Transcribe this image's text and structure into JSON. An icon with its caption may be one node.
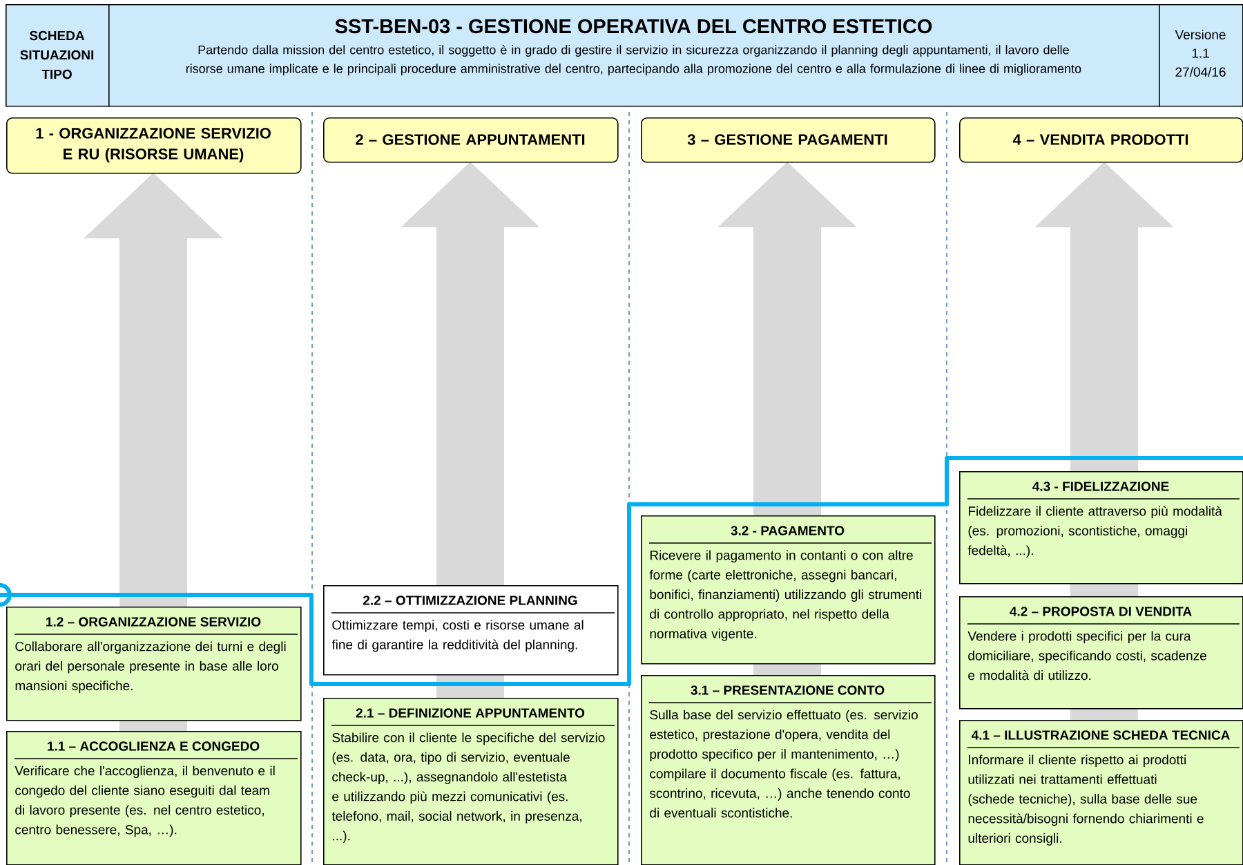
{
  "diagram": {
    "nodes": [
      {
        "text": [
          "SCHEDA SITUAZIONI TIPO"
        ]
      },
      {
        "text": [
          "SST-BEN-03 - GESTIONE OPERATIVA DEL CENTRO ESTETICO",
          "Partendo dalla mission del centro estetico, il soggetto è in grado di gestire il servizio in sicurezza organizzando il planning degli appuntamenti, il lavoro delle risorse umane implicate e le principali procedure amministrative del centro, partecipando alla promozione del centro e alla formulazione di linee di miglioramento"
        ]
      },
      {
        "text": [
          "Versione",
          "1.1",
          "27/04/16"
        ]
      },
      {
        "text": [
          "1 - ORGANIZZAZIONE SERVIZIO E RU (RISORSE UMANE)"
        ]
      },
      {
        "text": [
          "2 – GESTIONE APPUNTAMENTI"
        ]
      },
      {
        "text": [
          "3 – GESTIONE PAGAMENTI"
        ]
      },
      {
        "text": [
          "4 – VENDITA PRODOTTI"
        ]
      },
      {
        "text": [
          "1.2 – ORGANIZZAZIONE SERVIZIO",
          "Collaborare all'organizzazione dei turni e degli orari del personale presente in base alle loro mansioni specifiche."
        ]
      },
      {
        "text": [
          "1.1 – ACCOGLIENZA E CONGEDO",
          "Verificare che l'accoglienza, il benvenuto e il congedo del cliente siano eseguiti dal team di lavoro presente (es. nel centro estetico, centro benessere, Spa, …)."
        ]
      },
      {
        "text": [
          "2.2 – OTTIMIZZAZIONE PLANNING",
          "Ottimizzare tempi, costi e risorse umane al fine di garantire la redditività del planning."
        ]
      },
      {
        "text": [
          "2.1 – DEFINIZIONE APPUNTAMENTO",
          "Stabilire con il cliente le specifiche del servizio (es. data, ora, tipo di servizio, eventuale check-up, ...), assegnandolo all'estetista e utilizzando più mezzi comunicativi (es. telefono, mail, social network, in presenza, ...)."
        ]
      },
      {
        "text": [
          "3.2 - PAGAMENTO",
          "Ricevere il pagamento in contanti o con altre forme (carte elettroniche, assegni bancari, bonifici, finanziamenti) utilizzando gli strumenti di controllo appropriato, nel rispetto della normativa vigente."
        ]
      },
      {
        "text": [
          "3.1 – PRESENTAZIONE CONTO",
          "Sulla base del servizio effettuato (es. servizio estetico, prestazione d'opera, vendita del prodotto specifico per il mantenimento, …) compilare il documento fiscale (es. fattura, scontrino, ricevuta, …) anche tenendo conto di eventuali scontistiche."
        ]
      },
      {
        "text": [
          "4.3 - FIDELIZZAZIONE",
          "Fidelizzare il cliente attraverso più modalità (es. promozioni, scontistiche, omaggi fedeltà, ...)."
        ]
      },
      {
        "text": [
          "4.2 – PROPOSTA DI VENDITA",
          "Vendere i prodotti specifici per la cura domiciliare, specificando costi, scadenze e modalità di utilizzo."
        ]
      },
      {
        "text": [
          "4.1 – ILLUSTRAZIONE SCHEDA TECNICA",
          "Informare il cliente rispetto ai prodotti utilizzati nei trattamenti effettuati (schede tecniche), sulla base delle sue necessità/bisogni fornendo chiarimenti e ulteriori consigli."
        ]
      }
    ]
  }
}
